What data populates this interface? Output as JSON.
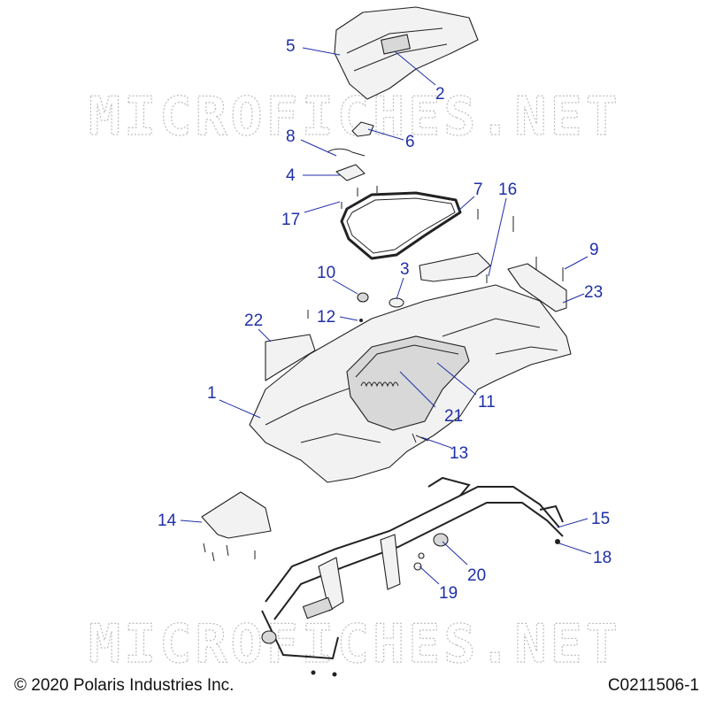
{
  "watermark": "MICROFICHES.NET",
  "copyright": "© 2020 Polaris Industries Inc.",
  "diagram_id": "C0211506-1",
  "callouts": [
    "1",
    "2",
    "3",
    "4",
    "5",
    "6",
    "7",
    "8",
    "9",
    "10",
    "11",
    "12",
    "13",
    "14",
    "15",
    "16",
    "17",
    "18",
    "19",
    "20",
    "21",
    "22",
    "23"
  ],
  "colors": {
    "callout": "#1f2fa8",
    "outline": "#222222",
    "watermark": "#bdbdbd"
  }
}
